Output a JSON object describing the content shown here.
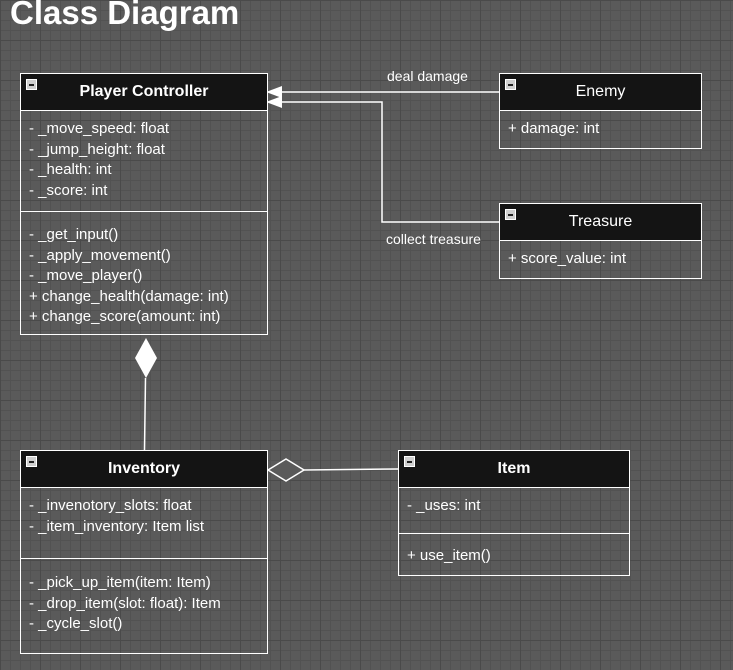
{
  "diagram": {
    "title": "Class Diagram",
    "classes": {
      "player_controller": {
        "name": "Player Controller",
        "attributes": [
          "- _move_speed: float",
          "- _jump_height: float",
          "- _health: int",
          "- _score: int"
        ],
        "methods": [
          "- _get_input()",
          "- _apply_movement()",
          "- _move_player()",
          "+ change_health(damage: int)",
          "+ change_score(amount: int)"
        ]
      },
      "enemy": {
        "name": "Enemy",
        "attributes": [
          "+ damage: int"
        ]
      },
      "treasure": {
        "name": "Treasure",
        "attributes": [
          "+ score_value: int"
        ]
      },
      "inventory": {
        "name": "Inventory",
        "attributes": [
          "- _invenotory_slots: float",
          "- _item_inventory: Item list"
        ],
        "methods": [
          "- _pick_up_item(item: Item)",
          "- _drop_item(slot: float): Item",
          "- _cycle_slot()"
        ]
      },
      "item": {
        "name": "Item",
        "attributes": [
          "- _uses: int"
        ],
        "methods": [
          "+ use_item()"
        ]
      }
    },
    "relations": {
      "enemy_to_player": "deal damage",
      "treasure_to_player": "collect treasure"
    }
  }
}
